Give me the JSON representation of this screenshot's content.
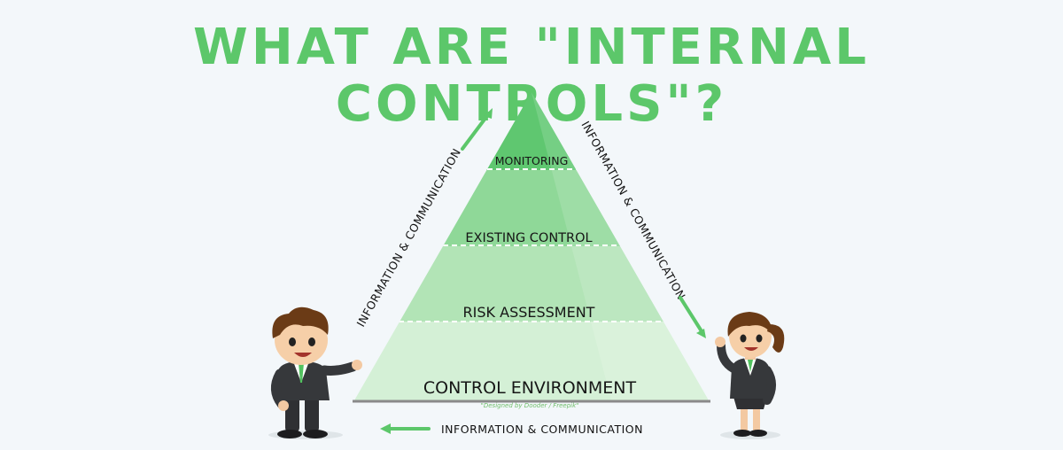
{
  "title": "WHAT ARE \"INTERNAL CONTROLS\"?",
  "levels": {
    "monitoring": "MONITORING",
    "existing_control": "EXISTING CONTROL",
    "risk_assessment": "RISK ASSESSMENT",
    "control_environment": "CONTROL ENVIRONMENT"
  },
  "credit": "\"Designed by Dooder / Freepik\"",
  "flow": {
    "left": "INFORMATION & COMMUNICATION",
    "right": "INFORMATION & COMMUNICATION",
    "bottom": "INFORMATION & COMMUNICATION"
  },
  "colors": {
    "title": "#5cc76a",
    "arrow": "#5cc76a",
    "tier_top": "#5fc770",
    "tier_2": "#8fd898",
    "tier_3": "#b2e4b6",
    "tier_base": "#d4f0d6"
  }
}
